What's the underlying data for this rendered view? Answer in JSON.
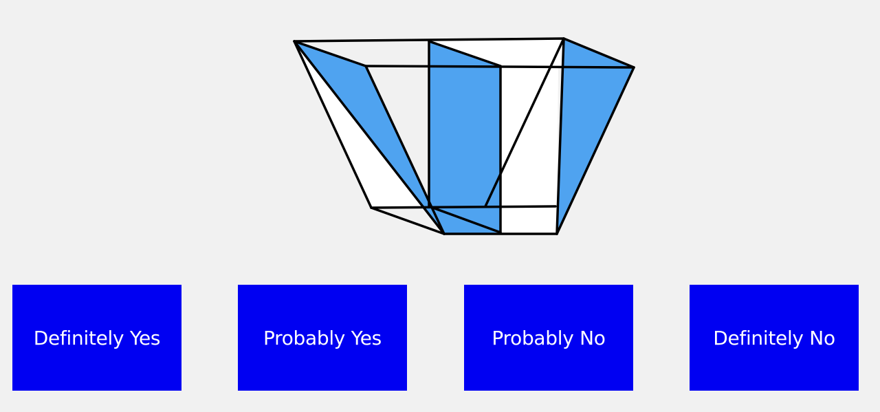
{
  "colors": {
    "background": "#f1f1f1",
    "button": "#0000f2",
    "button_text": "#ffffff",
    "shape_fill": "#4fa3f0",
    "shape_stroke": "#000000",
    "shape_face": "#ffffff"
  },
  "answers": [
    {
      "label": "Definitely Yes"
    },
    {
      "label": "Probably Yes"
    },
    {
      "label": "Probably No"
    },
    {
      "label": "Definitely No"
    }
  ]
}
